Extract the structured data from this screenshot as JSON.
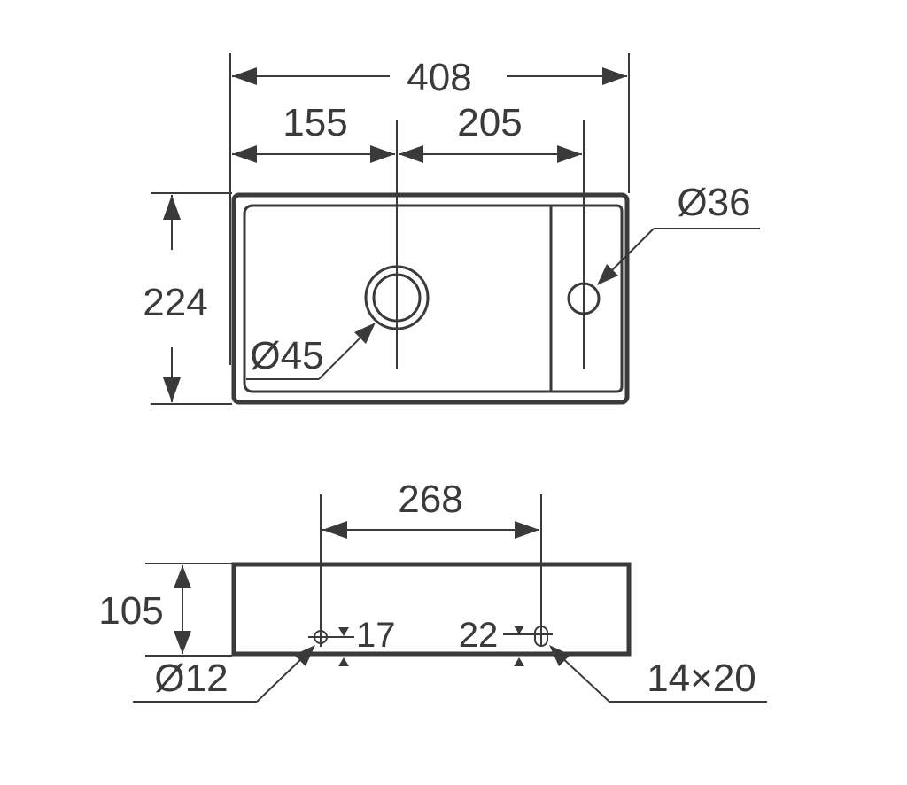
{
  "top_view": {
    "overall_width": "408",
    "left_to_drain": "155",
    "drain_to_tap": "205",
    "depth": "224",
    "tap_hole": "Ø36",
    "drain_hole": "Ø45"
  },
  "front_view": {
    "fixing_spacing": "268",
    "height": "105",
    "left_fixing_offset": "17",
    "right_fixing_offset": "22",
    "round_hole": "Ø12",
    "slot_hole": "14×20"
  }
}
